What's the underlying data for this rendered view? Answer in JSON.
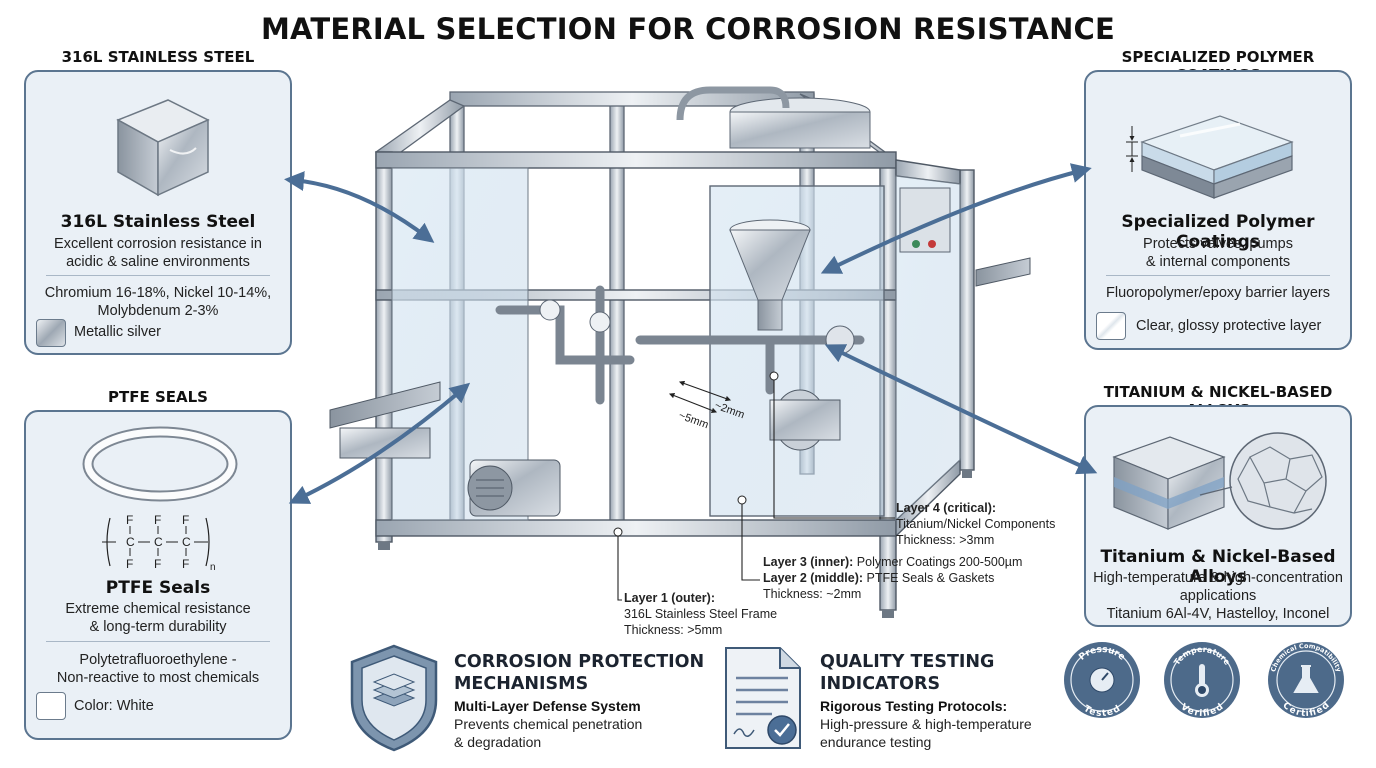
{
  "title": "MATERIAL SELECTION FOR CORROSION RESISTANCE",
  "stainless": {
    "section_heading": "316L STAINLESS STEEL",
    "name": "316L Stainless Steel",
    "desc_1": "Excellent corrosion resistance in",
    "desc_2": "acidic & saline environments",
    "comp_1": "Chromium 16-18%, Nickel 10-14%,",
    "comp_2": "Molybdenum 2-3%",
    "color_label": "Metallic silver",
    "swatch_color": "#b9c0c8"
  },
  "ptfe": {
    "section_heading": "PTFE SEALS",
    "formula_f": "F",
    "formula_c": "C",
    "formula_n": "n",
    "name": "PTFE Seals",
    "desc_1": "Extreme chemical resistance",
    "desc_2": "& long-term durability",
    "comp_1": "Polytetrafluoroethylene -",
    "comp_2": "Non-reactive to most chemicals",
    "color_label": "Color: White",
    "swatch_color": "#ffffff"
  },
  "polymer": {
    "section_heading": "SPECIALIZED POLYMER COATINGS",
    "name": "Specialized Polymer Coatings",
    "desc_1": "Protects valves, pumps",
    "desc_2": "& internal components",
    "comp_1": "Fluoropolymer/epoxy barrier layers",
    "color_label": "Clear, glossy protective layer",
    "swatch_color": "#f2f5f8"
  },
  "titanium": {
    "section_heading": "TITANIUM & NICKEL-BASED ALLOYS",
    "name": "Titanium & Nickel-Based Alloys",
    "desc_1": "High-temperature & high-concentration",
    "desc_2": "applications",
    "comp_1": "Titanium 6Al-4V, Hastelloy, Inconel"
  },
  "layers": {
    "l4_title": "Layer 4 (critical):",
    "l4_line1": "Titanium/Nickel Components",
    "l4_line2": "Thickness: >3mm",
    "l3_title": "Layer 3 (inner):",
    "l3_text": "Polymer Coatings 200-500µm",
    "l2_title": "Layer 2 (middle):",
    "l2_text": "PTFE Seals & Gaskets",
    "l2_line2": "Thickness: ~2mm",
    "l1_title": "Layer 1 (outer):",
    "l1_line1": "316L Stainless Steel Frame",
    "l1_line2": "Thickness: >5mm",
    "dim_2mm": "~2mm",
    "dim_5mm": "~5mm"
  },
  "mechanisms": {
    "title_1": "CORROSION PROTECTION",
    "title_2": "MECHANISMS",
    "subtitle": "Multi-Layer Defense System",
    "desc_1": "Prevents chemical penetration",
    "desc_2": "& degradation"
  },
  "quality": {
    "title_1": "QUALITY TESTING",
    "title_2": "INDICATORS",
    "subtitle": "Rigorous Testing Protocols:",
    "desc_1": "High-pressure & high-temperature",
    "desc_2": "endurance testing"
  },
  "badges": {
    "pressure_top": "Pressure",
    "pressure_bottom": "Tested",
    "temp_top": "Temperature",
    "temp_bottom": "Verified",
    "chem_top": "Chemical Compatibility",
    "chem_bottom": "Certified",
    "badge_color": "#4d6a8a"
  },
  "accent_color": "#4b6e96"
}
